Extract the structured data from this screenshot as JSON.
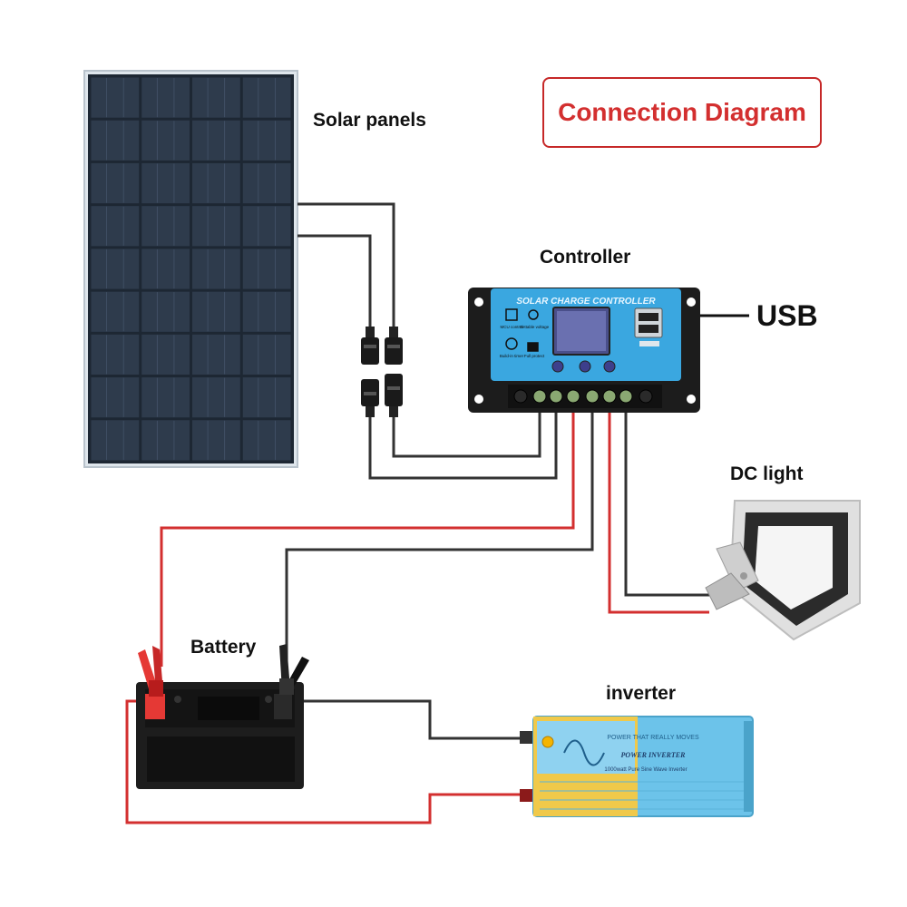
{
  "title": "Connection Diagram",
  "labels": {
    "solar_panels": "Solar panels",
    "controller": "Controller",
    "usb": "USB",
    "dc_light": "DC light",
    "battery": "Battery",
    "inverter": "inverter"
  },
  "controller": {
    "header": "SOLAR CHARGE CONTROLLER",
    "icon_labels": [
      "MCU control",
      "Settable voltage",
      "Build-in timer",
      "Full protect"
    ]
  },
  "inverter": {
    "slogan": "POWER THAT REALLY MOVES",
    "brand": "POWER INVERTER",
    "model": "1000watt Pure Sine Wave Inverter"
  },
  "colors": {
    "title": "#d32f2f",
    "positive_wire": "#d32f2f",
    "negative_wire": "#333333",
    "controller_screen": "#3aa7e0",
    "inverter_body": "#6cc3ea"
  }
}
